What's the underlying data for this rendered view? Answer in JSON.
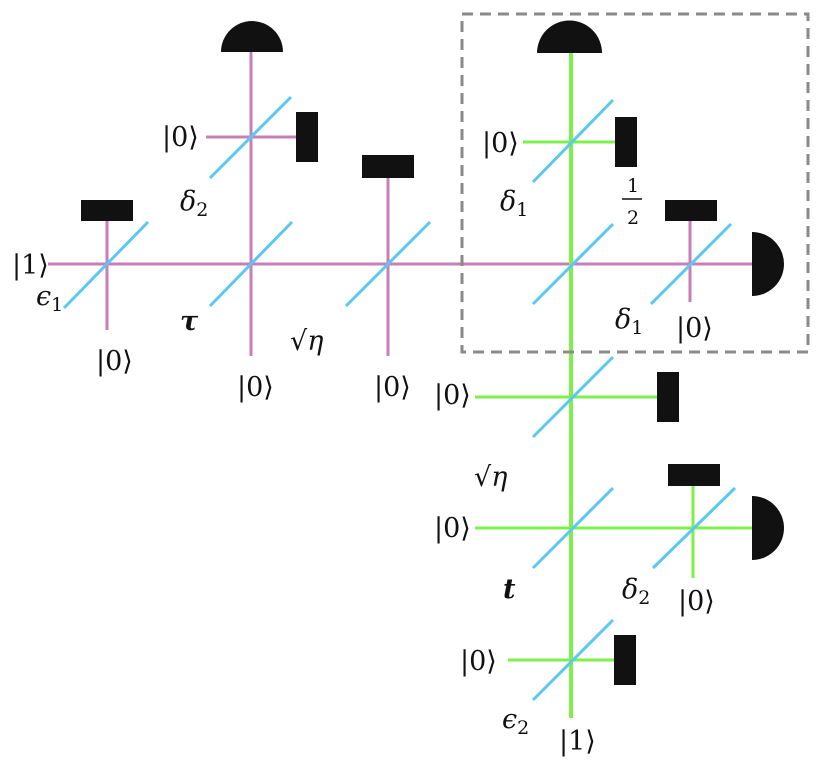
{
  "colors": {
    "mode_a": "#c77fba",
    "mode_b": "#7ef04a",
    "splitter": "#5ac8f0",
    "device": "#111111",
    "box_border": "#8a8a8a"
  },
  "labels": {
    "ket_one": "|1⟩",
    "ket_zero": "|0⟩",
    "epsilon": "ϵ",
    "delta": "δ",
    "sub_one": "1",
    "sub_two": "2",
    "tau": "τ",
    "sqrt_eta": "√η",
    "t": "t",
    "half_num": "1",
    "half_den": "2"
  },
  "highlight_box": "dashed-box"
}
